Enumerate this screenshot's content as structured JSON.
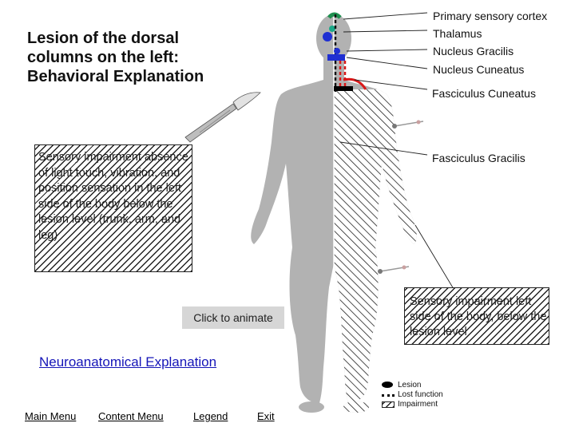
{
  "title": "Lesion of the dorsal\ncolumns on the left:\nBehavioral Explanation",
  "structure_labels": [
    "Primary sensory cortex",
    "Thalamus",
    "Nucleus Gracilis",
    "Nucleus Cuneatus",
    "Fasciculus Cuneatus",
    "Fasciculus Gracilis"
  ],
  "impairment_box_left": "Sensory impairment absence of light touch, vibration, and position sensation in the left side of the body below the lesion level (trunk, arm, and leg)",
  "impairment_box_right": "Sensory impairment left side of the body, below the lesion level",
  "animate_button": "Click to animate",
  "neuro_link": "Neuroanatomical Explanation",
  "nav": {
    "main_menu": "Main Menu",
    "content_menu": "Content Menu",
    "legend": "Legend",
    "exit": "Exit"
  },
  "legend": {
    "lesion": "Lesion",
    "lost_function": "Lost function",
    "impairment": "Impairment"
  },
  "colors": {
    "body": "#b2b2b2",
    "tract_blue": "#1f2fd2",
    "tract_red": "#d81818",
    "thalamus_teal": "#1aa888",
    "cortex_green": "#1f8f4f",
    "link_blue": "#1515b8",
    "button_gray": "#d6d6d6"
  }
}
